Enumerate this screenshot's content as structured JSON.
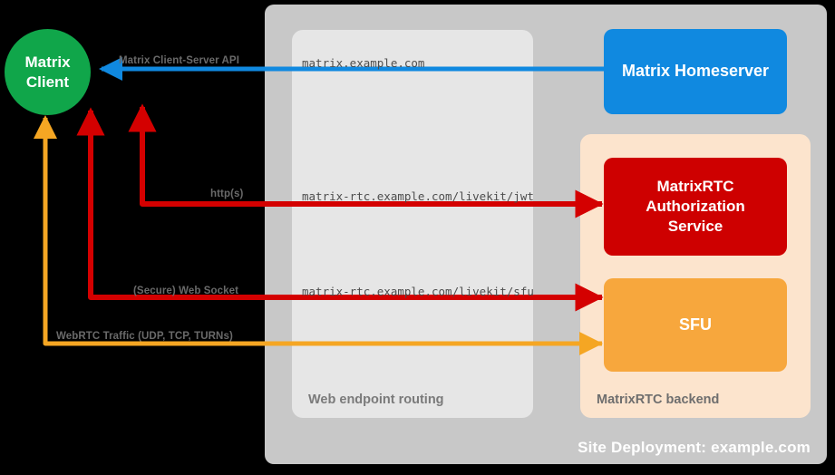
{
  "diagram": {
    "title": "Site Deployment: example.com",
    "background": "#000000"
  },
  "containers": {
    "site": {
      "label": "Site Deployment: example.com",
      "color": "#c8c8c8"
    },
    "routing": {
      "label": "Web endpoint routing",
      "color": "#e6e6e6"
    },
    "backend": {
      "label": "MatrixRTC backend",
      "color": "#fce4cd"
    }
  },
  "nodes": {
    "client": {
      "line1": "Matrix",
      "line2": "Client",
      "color": "#10a64a"
    },
    "homeserver": {
      "label": "Matrix Homeserver",
      "color": "#1089e0"
    },
    "auth": {
      "line1": "MatrixRTC",
      "line2": "Authorization",
      "line3": "Service",
      "color": "#ce0000"
    },
    "sfu": {
      "label": "SFU",
      "color": "#f7a73d"
    }
  },
  "edges": {
    "csapi": {
      "protocol_label": "Matrix Client-Server API",
      "url": "matrix.example.com",
      "color": "#1089e0"
    },
    "jwt": {
      "protocol_label": "http(s)",
      "url": "matrix-rtc.example.com/livekit/jwt",
      "color": "#e00000"
    },
    "sfu_ws": {
      "protocol_label": "(Secure) Web Socket",
      "url": "matrix-rtc.example.com/livekit/sfu",
      "color": "#e00000"
    },
    "webrtc": {
      "protocol_label": "WebRTC Traffic (UDP, TCP, TURNs)",
      "url": "",
      "color": "#f5a623"
    }
  }
}
